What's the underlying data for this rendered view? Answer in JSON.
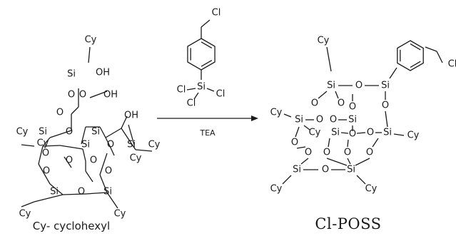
{
  "atoms": {
    "si": "Si",
    "o": "O",
    "cy": "Cy",
    "oh": "OH",
    "cl": "Cl"
  },
  "reaction": {
    "reagent_label": "TEA",
    "reactant_caption": "Cy- cyclohexyl",
    "product_caption": "Cl-POSS"
  }
}
